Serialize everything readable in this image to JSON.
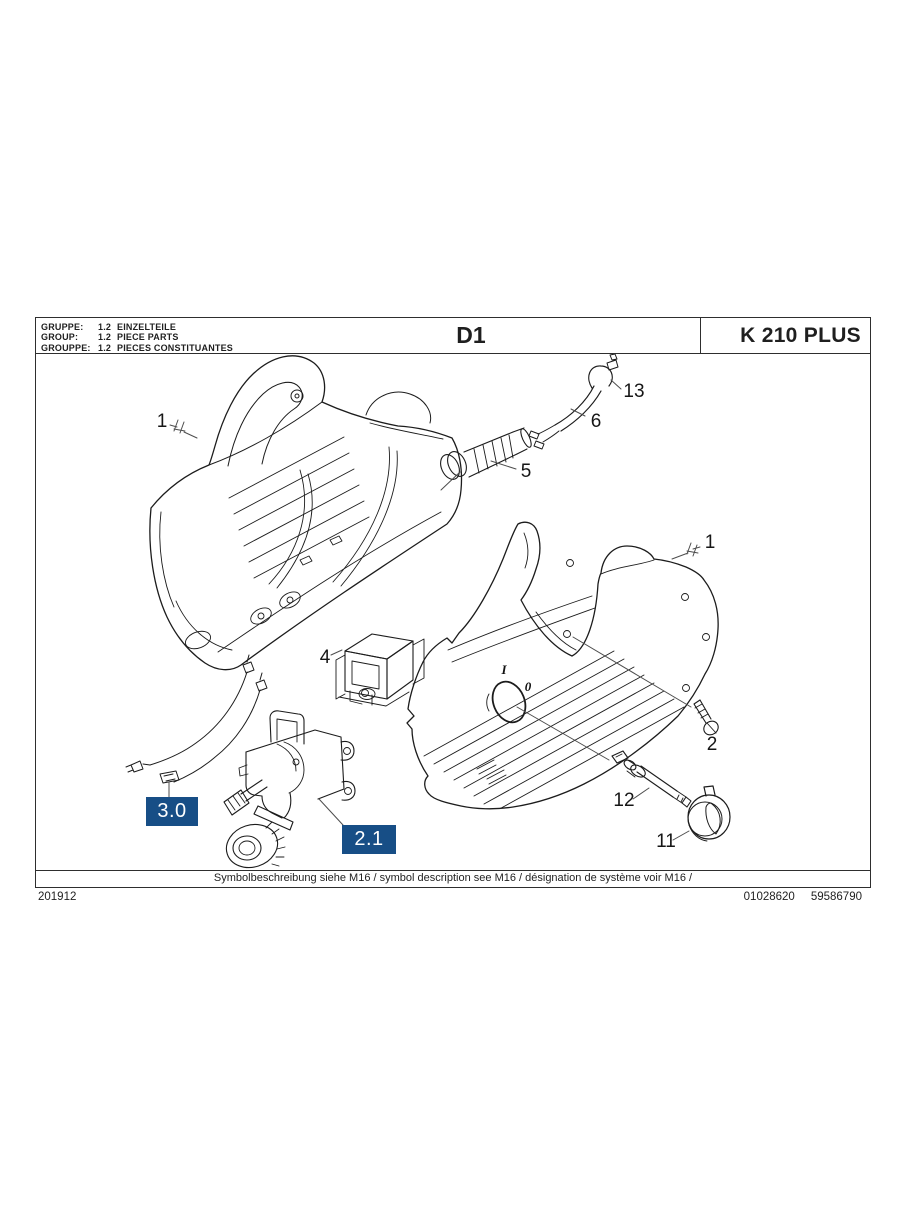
{
  "colors": {
    "ref_box_blue": "#174e86",
    "line_black": "#1c1c1c",
    "leader_gray": "#4d4d4d"
  },
  "header": {
    "group_rows": [
      {
        "label": "GRUPPE:",
        "code": "1.2",
        "name": "EINZELTEILE"
      },
      {
        "label": "GROUP:",
        "code": "1.2",
        "name": "PIECE PARTS"
      },
      {
        "label": "GROUPPE:",
        "code": "1.2",
        "name": "PIECES CONSTITUANTES"
      }
    ],
    "sheet_code": "D1",
    "model": "K 210 PLUS"
  },
  "diagram": {
    "callouts": [
      {
        "label": "1"
      },
      {
        "label": "13"
      },
      {
        "label": "6"
      },
      {
        "label": "5"
      },
      {
        "label": "1"
      },
      {
        "label": "4"
      },
      {
        "label": "2"
      },
      {
        "label": "12"
      },
      {
        "label": "11"
      }
    ],
    "assembly_refs": [
      {
        "label": "3.0"
      },
      {
        "label": "2.1"
      }
    ],
    "switch_symbols": {
      "on": "I",
      "off": "0"
    }
  },
  "footer": {
    "symbol_note": "Symbolbeschreibung siehe M16 / symbol description see M16 / désignation de système voir M16 /",
    "revision": "201912",
    "doc_numbers": [
      "01028620",
      "59586790"
    ]
  }
}
